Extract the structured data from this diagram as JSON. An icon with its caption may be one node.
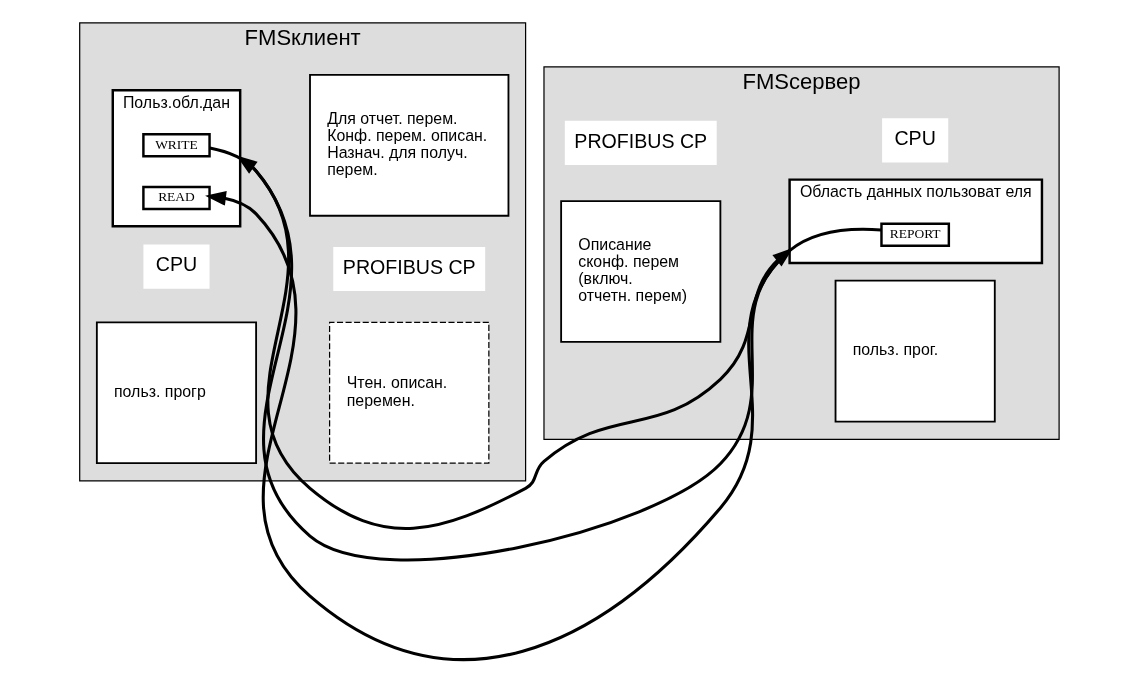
{
  "diagram": {
    "nodes": [
      {
        "text": [
          "FMSклиент"
        ]
      },
      {
        "text": [
          "польз. прогр"
        ],
        "in": 0
      },
      {
        "text": [
          "Польз.обл.дан"
        ],
        "in": 0
      },
      {
        "text": [
          "WRITE"
        ],
        "in": 2
      },
      {
        "text": [
          "READ"
        ],
        "in": 2
      },
      {
        "text": [
          "Чтен. описан. перемен."
        ],
        "in": 0
      },
      {
        "text": [
          "Для отчет. перем.",
          "Конф. перем. описан.",
          "Назнач. для получ. перем."
        ],
        "in": 0
      },
      {
        "text": [
          "FMSсервер"
        ]
      },
      {
        "text": [
          "Описание сконф. перем (включ. отчетн. перем)"
        ],
        "in": 7
      },
      {
        "text": [
          "польз. прог."
        ],
        "in": 7
      },
      {
        "text": [
          "Область данных пользоват еля"
        ],
        "in": 7
      },
      {
        "text": [
          "REPORT"
        ],
        "in": 10
      }
    ],
    "edges": [
      {
        "from": 3,
        "to": 10,
        "arrow": "to"
      },
      {
        "from": 10,
        "to": 4,
        "arrow": "to"
      },
      {
        "from": 11,
        "to": 2,
        "arrow": "to"
      }
    ],
    "labels": [
      "CPU",
      "PROFIBUS CP",
      "PROFIBUS CP",
      "CPU"
    ]
  }
}
